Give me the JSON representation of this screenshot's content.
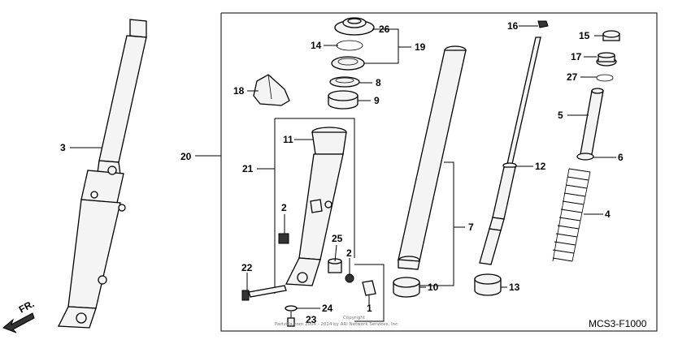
{
  "callouts": {
    "c1": "1",
    "c2a": "2",
    "c2b": "2",
    "c3": "3",
    "c4": "4",
    "c5": "5",
    "c6": "6",
    "c7": "7",
    "c8": "8",
    "c9": "9",
    "c10": "10",
    "c11": "11",
    "c12": "12",
    "c13": "13",
    "c14": "14",
    "c15": "15",
    "c16": "16",
    "c17": "17",
    "c18": "18",
    "c19": "19",
    "c20": "20",
    "c21": "21",
    "c22": "22",
    "c23": "23",
    "c24": "24",
    "c25": "25",
    "c26": "26",
    "c27": "27"
  },
  "direction_label": "FR.",
  "diagram_code": "MCS3-F1000",
  "copyright": {
    "line1": "Copyright",
    "line2": "Partzilla.com 2004 - 2014 by ARI Network Services, Inc."
  }
}
